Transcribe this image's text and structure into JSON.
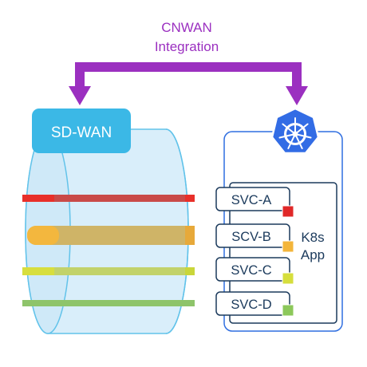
{
  "integration": {
    "line1": "CNWAN",
    "line2": "Integration",
    "color": "#9b30c0"
  },
  "sdwan": {
    "label": "SD-WAN",
    "label_bg": "#3bb8e6",
    "tunnel_fill": "#d9eefa",
    "tunnel_stroke": "#62c3ea",
    "lines": [
      {
        "name": "red",
        "color": "#d93a3a"
      },
      {
        "name": "orange",
        "color": "#f0b43c"
      },
      {
        "name": "yellow",
        "color": "#d2da4a"
      },
      {
        "name": "green",
        "color": "#8cc35a"
      }
    ]
  },
  "k8s": {
    "app_label_line1": "K8s",
    "app_label_line2": "App",
    "logo_color": "#326ce5",
    "outer_border": "#2f6ee0",
    "inner_border": "#1b3a5c",
    "services": [
      {
        "label": "SVC-A",
        "color": "#e02828"
      },
      {
        "label": "SCV-B",
        "color": "#f3b53a"
      },
      {
        "label": "SVC-C",
        "color": "#d6de3c"
      },
      {
        "label": "SVC-D",
        "color": "#8cc85a"
      }
    ]
  }
}
